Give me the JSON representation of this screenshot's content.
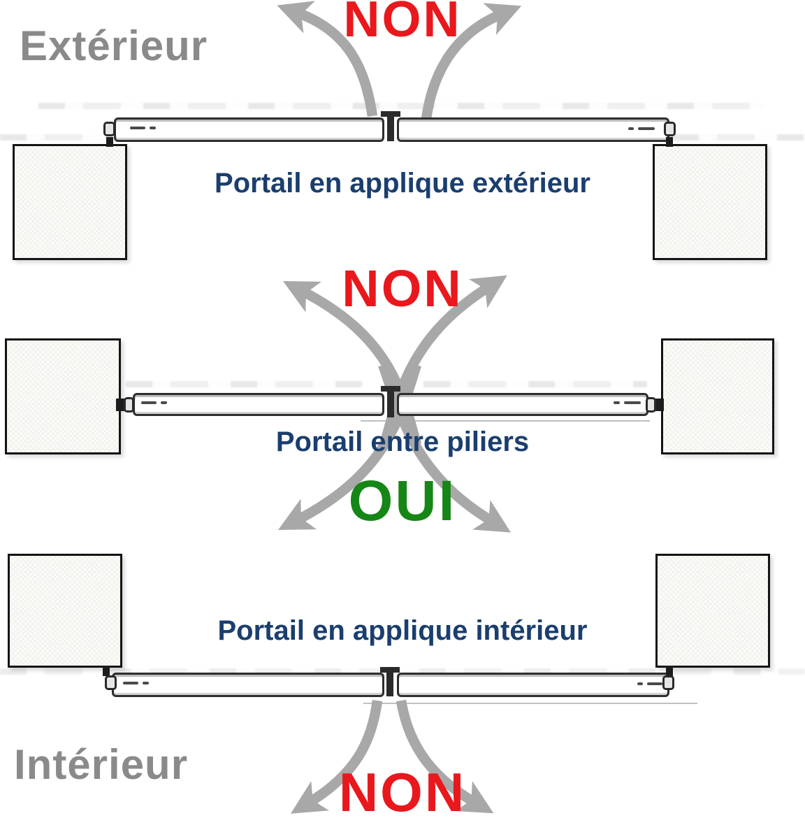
{
  "colors": {
    "accent_red": "#e8181d",
    "accent_green": "#168616",
    "caption_navy": "#1a3e6e",
    "label_gray": "#8a8a8a",
    "arrow_gray": "#a8a8a8"
  },
  "labels": {
    "exterior": "Extérieur",
    "interior": "Intérieur"
  },
  "sections": {
    "top": {
      "verdict": "NON",
      "caption": "Portail en applique extérieur"
    },
    "middle": {
      "verdict_up": "NON",
      "verdict_down": "OUI",
      "caption": "Portail entre piliers"
    },
    "bottom": {
      "verdict": "NON",
      "caption": "Portail en applique intérieur"
    }
  }
}
